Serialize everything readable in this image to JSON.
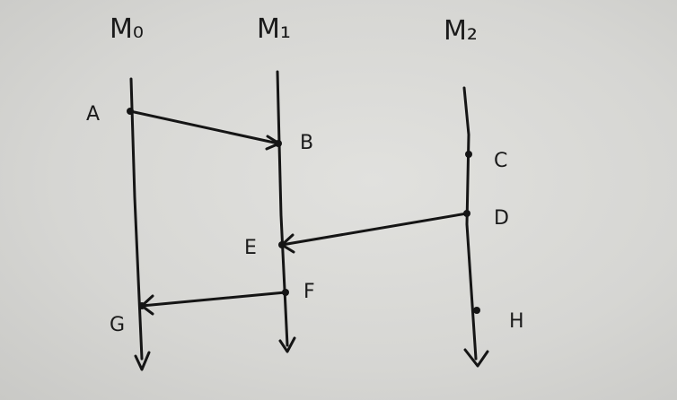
{
  "processes": [
    {
      "id": "p0",
      "label": "M₀"
    },
    {
      "id": "p1",
      "label": "M₁"
    },
    {
      "id": "p2",
      "label": "M₂"
    }
  ],
  "events": [
    {
      "label": "A",
      "process": "p0"
    },
    {
      "label": "B",
      "process": "p1"
    },
    {
      "label": "C",
      "process": "p2"
    },
    {
      "label": "D",
      "process": "p2"
    },
    {
      "label": "E",
      "process": "p1"
    },
    {
      "label": "F",
      "process": "p1"
    },
    {
      "label": "G",
      "process": "p0"
    },
    {
      "label": "H",
      "process": "p2"
    }
  ],
  "messages": [
    {
      "from": "A",
      "to": "B"
    },
    {
      "from": "D",
      "to": "E"
    },
    {
      "from": "F",
      "to": "G"
    }
  ]
}
